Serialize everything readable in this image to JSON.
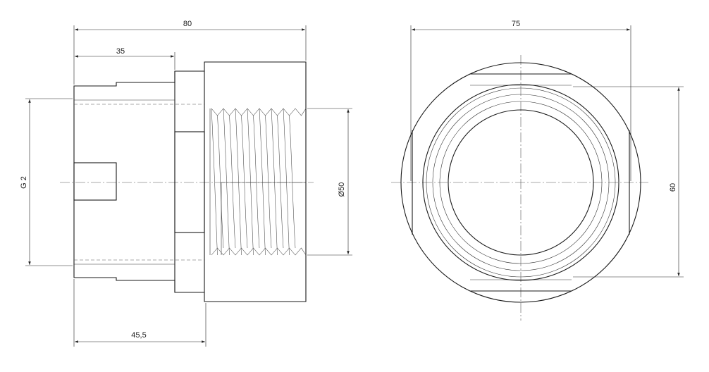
{
  "dimensions": {
    "overall_length": "80",
    "shank_length": "35",
    "body_start": "45,5",
    "thread_size": "G 2",
    "bore_diameter": "Ø50",
    "front_width": "75",
    "across_flats": "60"
  }
}
